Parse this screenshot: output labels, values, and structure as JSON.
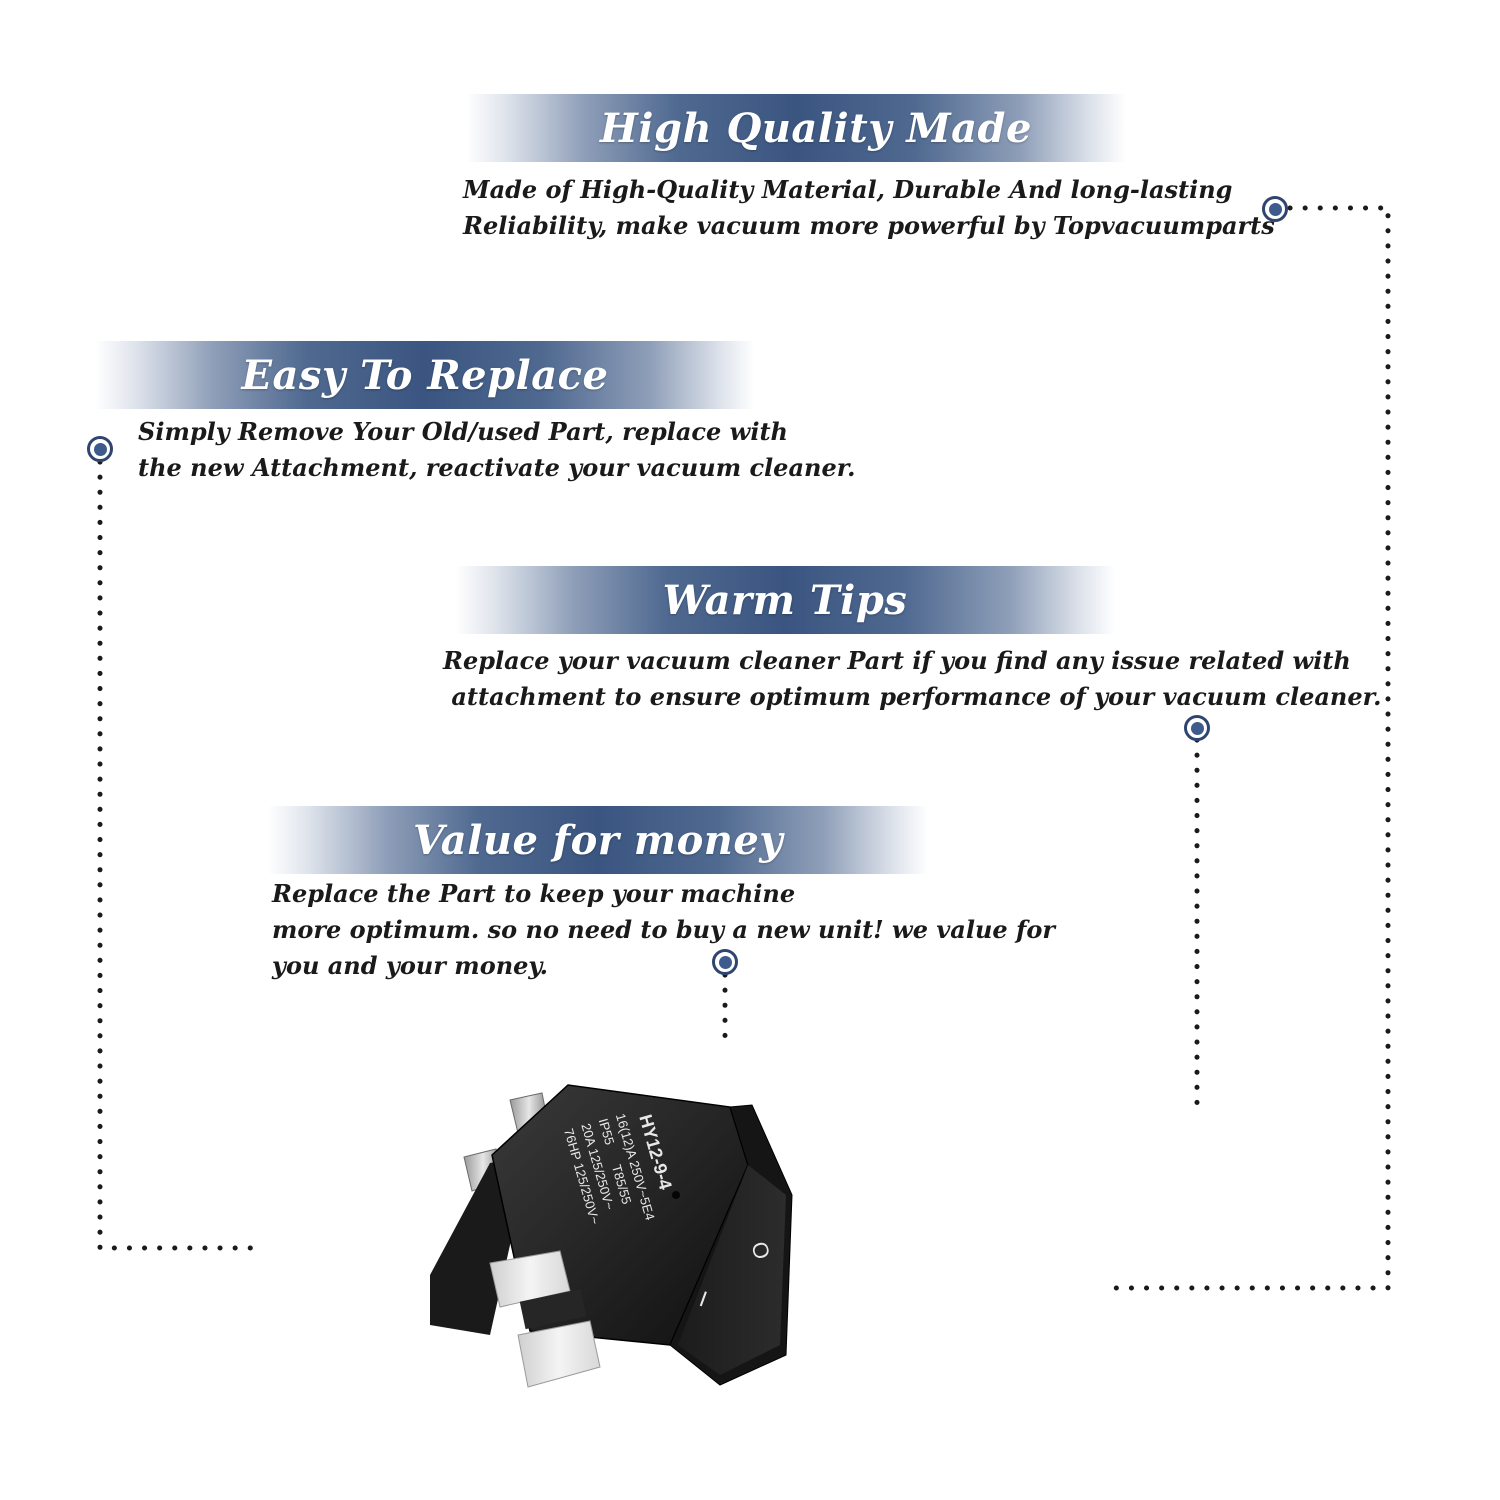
{
  "features": [
    {
      "title": "High Quality Made",
      "lines": [
        "Made of  High-Quality Material, Durable And long-lasting",
        "Reliability, make vacuum more powerful by Topvacuumparts"
      ]
    },
    {
      "title": "Easy To Replace",
      "lines": [
        "Simply Remove Your Old/used Part, replace with",
        "the new Attachment, reactivate your vacuum cleaner."
      ]
    },
    {
      "title": "Warm Tips",
      "lines": [
        "Replace your vacuum cleaner Part if you find any issue related with",
        " attachment to ensure optimum performance of your vacuum cleaner."
      ]
    },
    {
      "title": "Value for money",
      "lines": [
        "Replace the Part to keep your machine",
        "more optimum. so no need to buy a new unit! we value for",
        "you and your money."
      ]
    }
  ],
  "product": {
    "label_model": "HY12-9-4",
    "label_rating_1": "16(12)A 250V~5E4",
    "label_rating_2": "T85/55",
    "label_rating_3": "20A 125/250V~",
    "label_rating_4": "IP55",
    "label_rating_5": "76HP 125/250V~",
    "mark_off": "O",
    "mark_on": "I"
  },
  "colors": {
    "accent": "#3a5580",
    "node_ring": "#2f4570",
    "text": "#1a1a1a"
  }
}
